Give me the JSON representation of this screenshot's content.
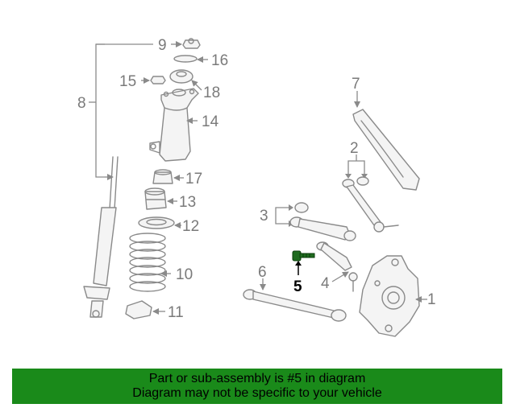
{
  "callouts": {
    "n1": "1",
    "n2": "2",
    "n3": "3",
    "n4": "4",
    "n5": "5",
    "n6": "6",
    "n7": "7",
    "n8": "8",
    "n9": "9",
    "n10": "10",
    "n11": "11",
    "n12": "12",
    "n13": "13",
    "n14": "14",
    "n15": "15",
    "n16": "16",
    "n17": "17",
    "n18": "18"
  },
  "highlighted_part": "5",
  "banner": {
    "line1": "Part or sub-assembly is #5 in diagram",
    "line2": "Diagram may not be specific to your vehicle"
  },
  "colors": {
    "banner_bg": "#1a8a1a",
    "highlight_part": "#1f6b1f",
    "line_gray": "#8a8a8a"
  }
}
